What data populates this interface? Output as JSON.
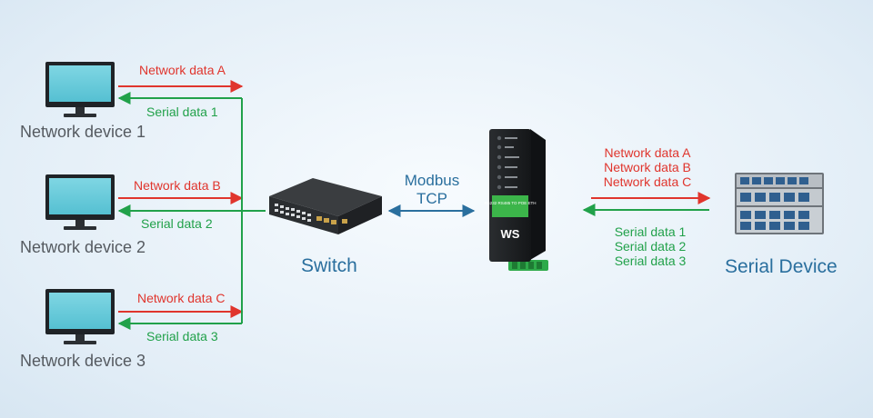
{
  "devices": [
    {
      "label": "Network device 1",
      "net": "Network data A",
      "serial": "Serial data 1"
    },
    {
      "label": "Network device 2",
      "net": "Network data B",
      "serial": "Serial data 2"
    },
    {
      "label": "Network device 3",
      "net": "Network data C",
      "serial": "Serial data 3"
    }
  ],
  "switch": {
    "label": "Switch"
  },
  "protocol": {
    "line1": "Modbus",
    "line2": "TCP"
  },
  "right": {
    "net": [
      "Network data A",
      "Network data B",
      "Network data C"
    ],
    "serial": [
      "Serial data 1",
      "Serial data 2",
      "Serial data 3"
    ],
    "device_label": "Serial Device"
  },
  "gateway": {
    "label": "RS232 RS485 TO POE ETH",
    "logo": "WS"
  },
  "colors": {
    "red": "#e0352d",
    "green": "#21a14a",
    "blue": "#2a6f9e"
  }
}
